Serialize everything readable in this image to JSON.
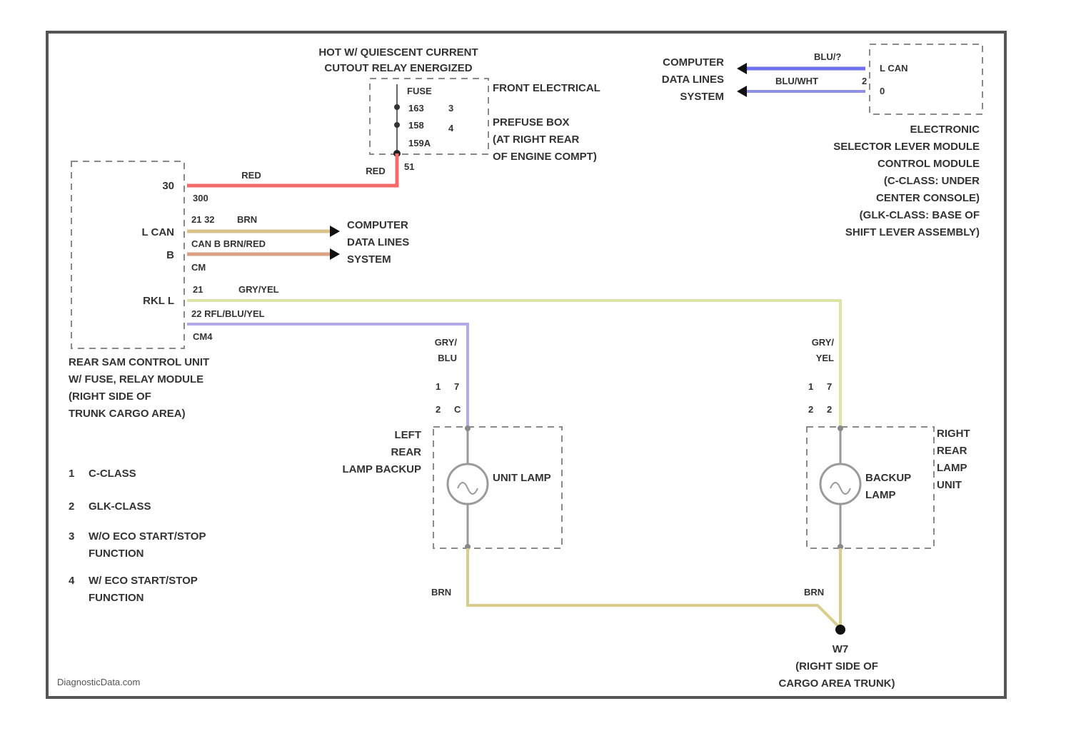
{
  "colors": {
    "red": "#f26b6b",
    "brown": "#d9c18a",
    "brown_red": "#dba183",
    "gray_yellow": "#dfe3a6",
    "purple_blue": "#b2a9ea",
    "blue": "#6f6fef",
    "blue_white": "#8f8fe6",
    "brown_ground": "#d9cd8d",
    "frame": "#555555"
  },
  "relay_note": [
    "HOT W/ QUIESCENT CURRENT",
    "CUTOUT RELAY ENERGIZED"
  ],
  "fuse_box": {
    "rows": [
      "FUSE",
      "163",
      "158",
      "159A"
    ],
    "pins": [
      "3",
      "4"
    ],
    "title": "FRONT ELECTRICAL",
    "description": [
      "PREFUSE BOX",
      "(AT RIGHT REAR",
      "OF ENGINE COMPT)"
    ]
  },
  "rear_sam": {
    "pins": [
      "30",
      "L CAN",
      "B",
      "RKL L"
    ],
    "description": [
      "REAR SAM CONTROL UNIT",
      "W/ FUSE, RELAY MODULE",
      "(RIGHT SIDE OF",
      "TRUNK CARGO AREA)"
    ]
  },
  "wires": {
    "red_left": "RED",
    "red_right": "RED",
    "red_pin": "51",
    "red_lower": "300",
    "lcan_pins": "21 32",
    "lcan_color": "BRN",
    "can_b_color": "CAN B BRN/RED",
    "can_b_pin": "CM",
    "gray_pin": "21",
    "gray_color": "GRY/YEL",
    "purple_label": "22 RFL/BLU/YEL",
    "purple_pin": "CM4"
  },
  "data_lines_left": [
    "COMPUTER",
    "DATA LINES",
    "SYSTEM"
  ],
  "data_lines_right": [
    "COMPUTER",
    "DATA LINES",
    "SYSTEM"
  ],
  "top_right": {
    "wire1": "BLU/?",
    "wire2": "BLU/WHT",
    "pin1": "L CAN",
    "pin2": "0",
    "pin2_mark": "2",
    "description": [
      "ELECTRONIC",
      "SELECTOR LEVER MODULE",
      "CONTROL MODULE",
      "(C-CLASS: UNDER",
      "CENTER CONSOLE)",
      "(GLK-CLASS: BASE OF",
      "SHIFT LEVER ASSEMBLY)"
    ]
  },
  "left_lamp": {
    "wire": [
      "GRY/",
      "BLU"
    ],
    "pins_a": [
      "1",
      "7"
    ],
    "pins_b": [
      "2",
      "C"
    ],
    "label": [
      "LEFT",
      "REAR",
      "LAMP BACKUP"
    ],
    "inner": "UNIT LAMP"
  },
  "right_lamp": {
    "wire": [
      "GRY/",
      "YEL"
    ],
    "pins_a": [
      "1",
      "7"
    ],
    "pins_b": [
      "2",
      "2"
    ],
    "label": [
      "RIGHT",
      "REAR",
      "LAMP",
      "UNIT"
    ],
    "inner": [
      "BACKUP",
      "LAMP"
    ]
  },
  "ground": {
    "wire_left": "BRN",
    "wire_right": "BRN",
    "name": "W7",
    "description": [
      "(RIGHT SIDE OF",
      "CARGO AREA TRUNK)"
    ]
  },
  "legend": [
    {
      "num": "1",
      "text": [
        "C-CLASS"
      ]
    },
    {
      "num": "2",
      "text": [
        "GLK-CLASS"
      ]
    },
    {
      "num": "3",
      "text": [
        "W/O ECO START/STOP",
        "FUNCTION"
      ]
    },
    {
      "num": "4",
      "text": [
        "W/ ECO START/STOP",
        "FUNCTION"
      ]
    }
  ],
  "footer": "DiagnosticData.com"
}
